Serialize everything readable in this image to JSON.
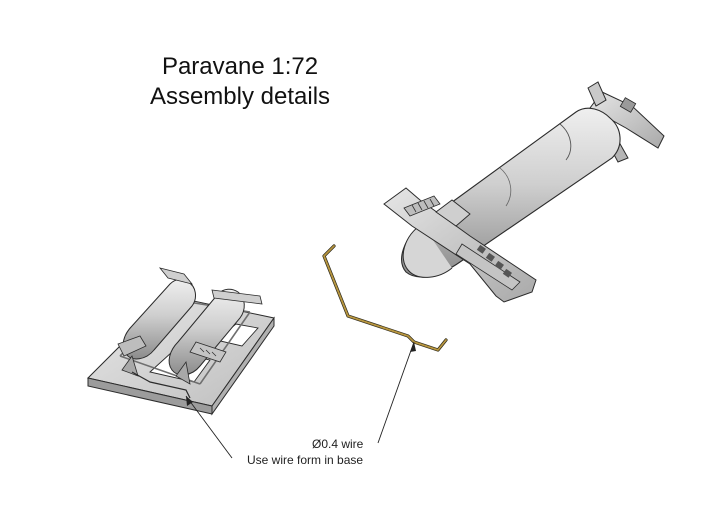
{
  "title": {
    "line1": "Paravane 1:72",
    "line2": "Assembly details"
  },
  "callouts": {
    "wire": "Ø0.4 wire",
    "base": "Use wire form in base"
  },
  "colors": {
    "part_light": "#d9d9d9",
    "part_mid": "#b8b8b8",
    "part_dark": "#7a7a7a",
    "outline": "#2b2b2b",
    "wire": "#b8963f",
    "leader": "#222222"
  }
}
